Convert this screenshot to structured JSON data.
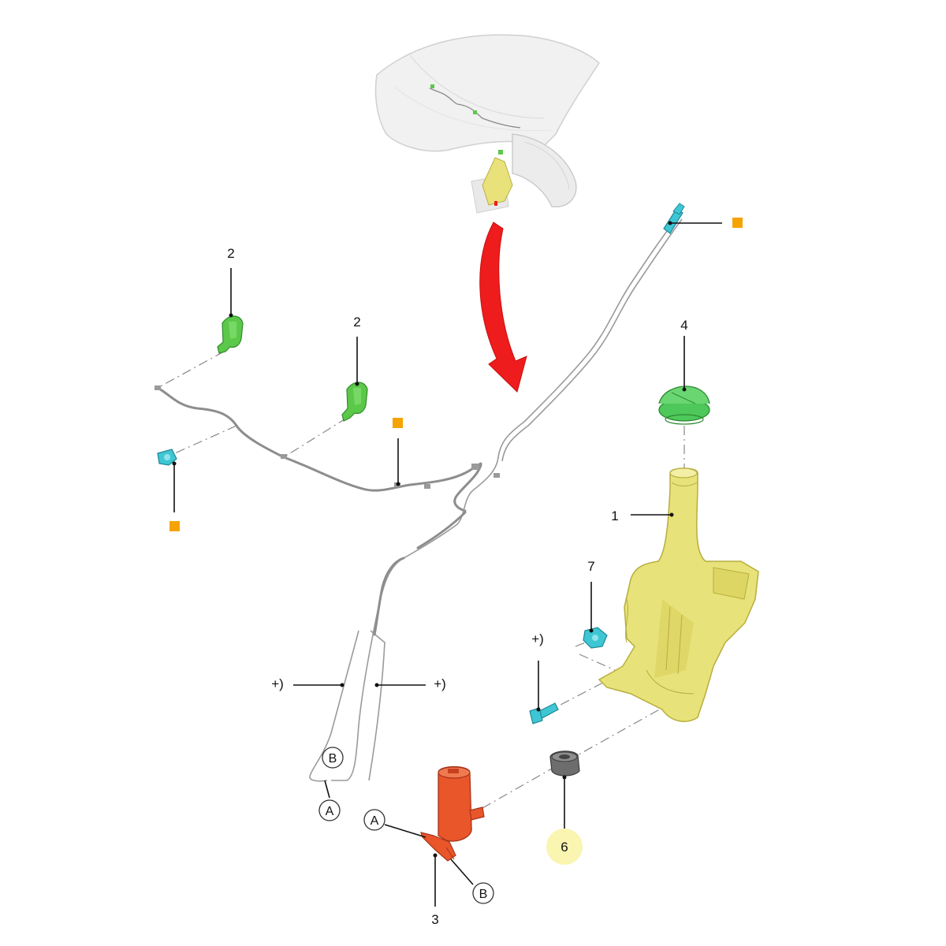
{
  "callouts": {
    "c1": "1",
    "c2a": "2",
    "c2b": "2",
    "c3": "3",
    "c4": "4",
    "c6": "6",
    "c7": "7"
  },
  "notes": {
    "plus_left": "+)",
    "plus_right": "+)",
    "plus_bolt": "+)"
  },
  "connectors": {
    "a_hose": "A",
    "b_hose": "B",
    "a_pump": "A",
    "b_pump": "B"
  },
  "colors": {
    "reservoir": "#e8e27a",
    "nozzle": "#5cc84a",
    "cap": "#4ec85a",
    "clip": "#3fc6d4",
    "pump": "#e8562a",
    "grommet": "#6d6d6d",
    "marker": "#f5a300",
    "arrow": "#ee1c1c",
    "highlight": "#faf5b0"
  }
}
